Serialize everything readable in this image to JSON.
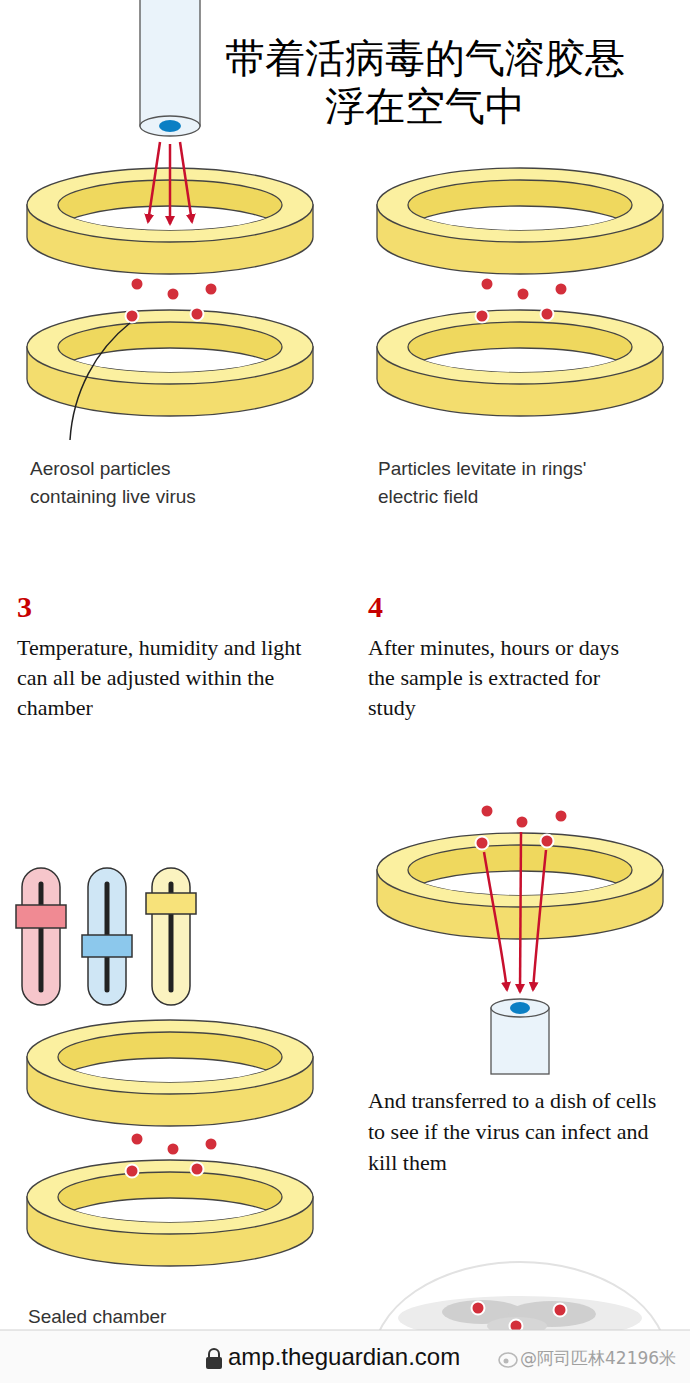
{
  "diagram": {
    "nodes": [
      {
        "text": [
          "Aerosol particles containing live virus"
        ]
      },
      {
        "text": [
          "Particles levitate in rings' electric field"
        ]
      },
      {
        "text": [
          "Sealed chamber"
        ]
      },
      {
        "text": [
          "And transferred to a dish of cells to see if the virus can infect and kill them"
        ]
      }
    ],
    "labels": [
      "带着活病毒的气溶胶悬 浮在空气中",
      "3",
      "Temperature, humidity and light can all be adjusted within the chamber",
      "4",
      "After minutes, hours or days the sample is extracted for study",
      "amp.theguardian.com",
      "@阿司匹林42196米"
    ]
  }
}
